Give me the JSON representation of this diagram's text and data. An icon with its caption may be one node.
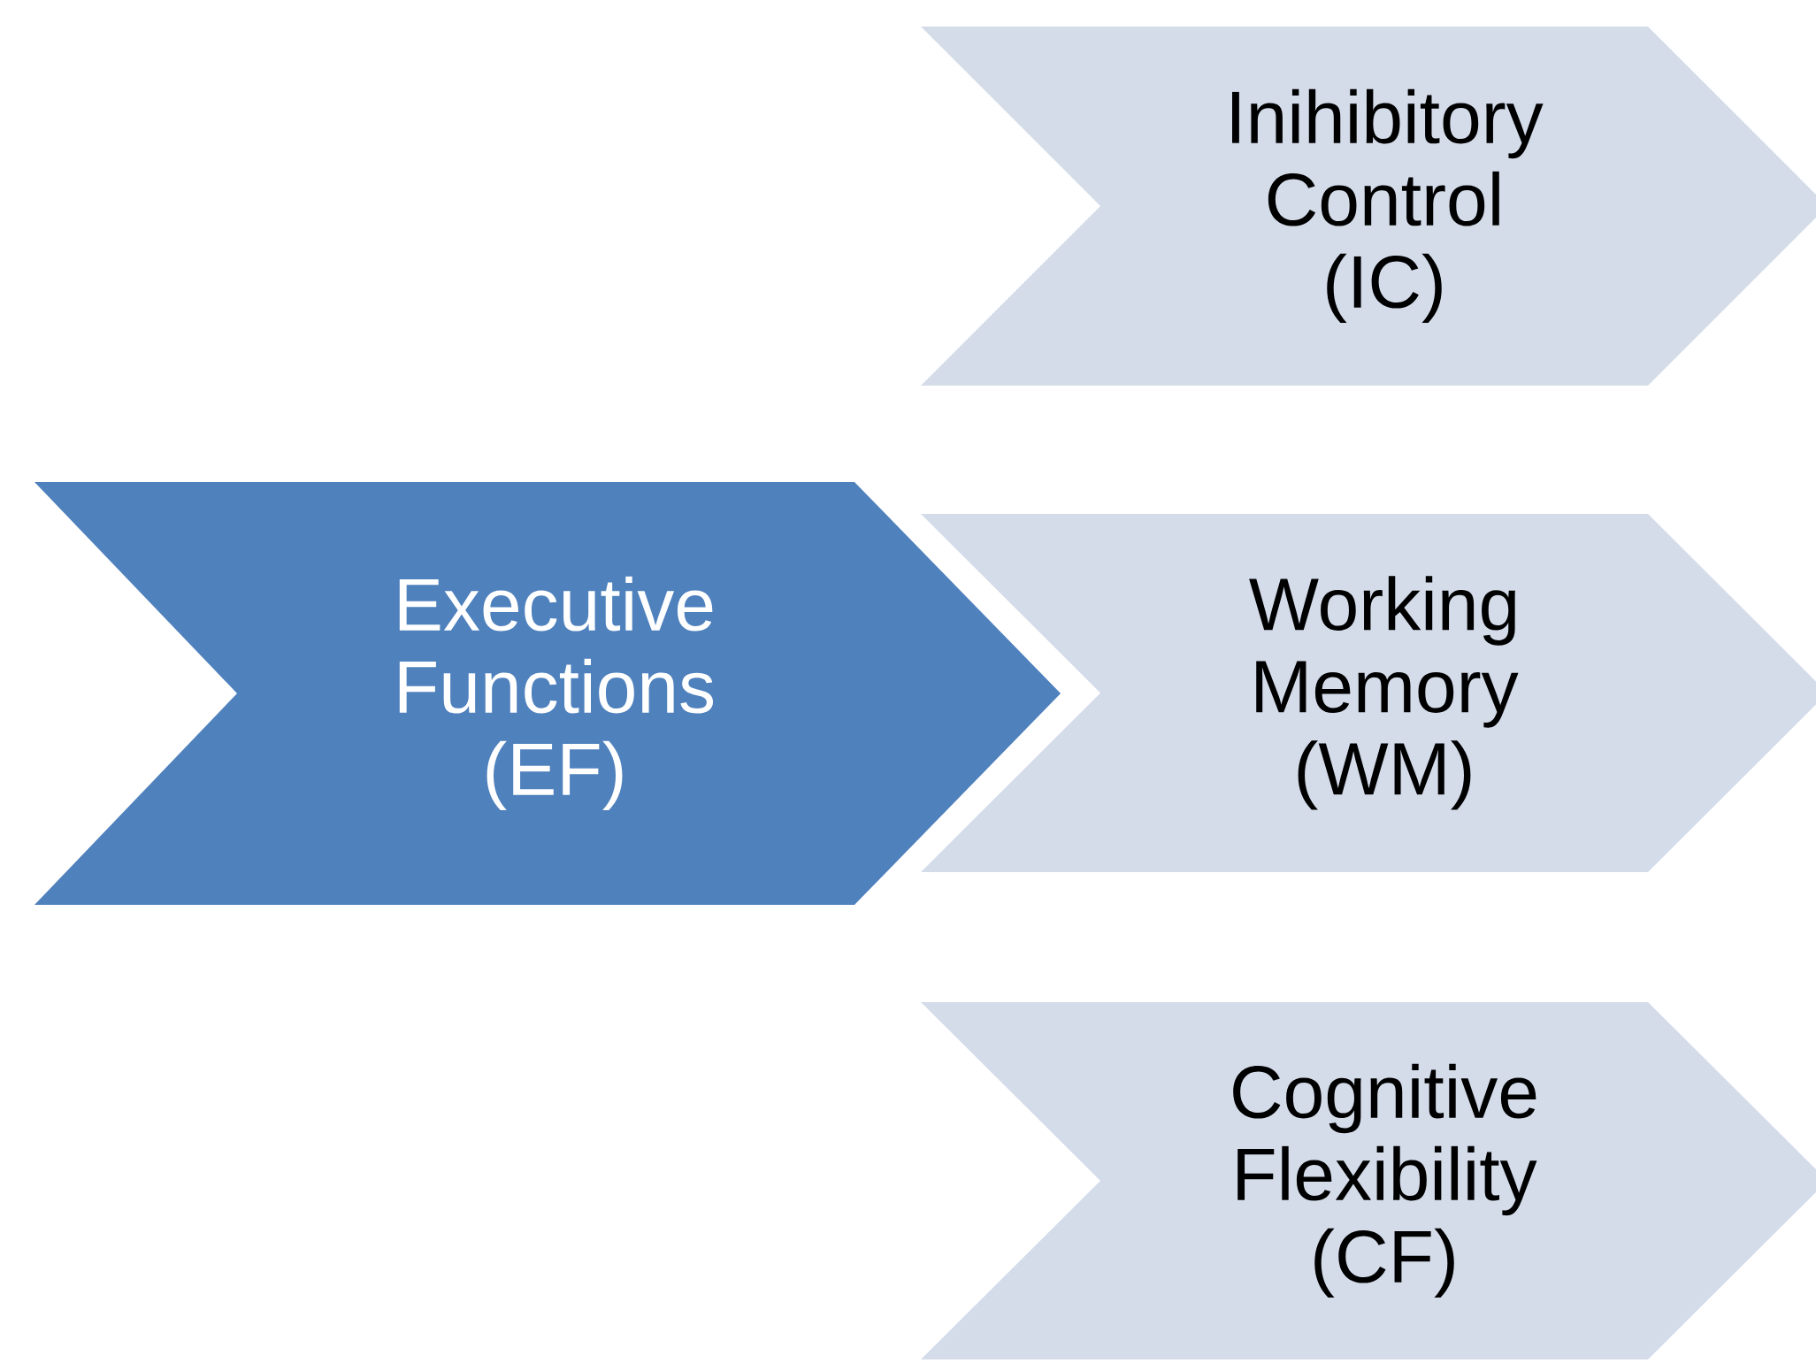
{
  "diagram": {
    "nodes": [
      {
        "text": [
          "Executive Functions (EF)"
        ]
      },
      {
        "text": [
          "Inihibitory Control (IC)"
        ]
      },
      {
        "text": [
          "Working Memory (WM)"
        ]
      },
      {
        "text": [
          "Cognitive Flexibility (CF)"
        ]
      }
    ]
  }
}
